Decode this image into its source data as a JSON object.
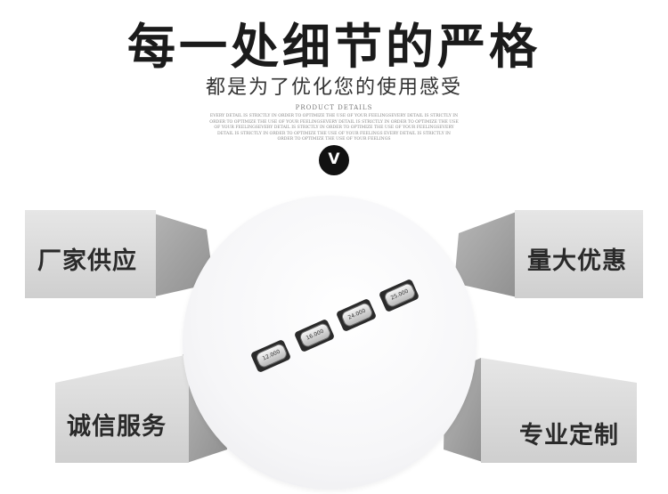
{
  "header": {
    "title": "每一处细节的严格",
    "subtitle": "都是为了优化您的使用感受",
    "details_title": "PRODUCT DETAILS",
    "details_text": "EVERY DETAIL IS STRICTLY IN ORDER TO OPTIMIZE THE USE OF YOUR FEELINGSEVERY DETAIL IS STRICTLY IN ORDER TO OPTIMIZE THE USE OF YOUR FEELINGSEVERY DETAIL IS STRICTLY IN ORDER TO OPTIMIZE THE USE OF YOUR FEELINGSEVERY DETAIL IS STRICTLY IN ORDER TO OPTIMIZE THE USE OF YOUR FEELINGSEVERY DETAIL IS STRICTLY IN ORDER TO OPTIMIZE THE USE OF YOUR FEELINGS EVERY DETAIL IS STRICTLY IN ORDER TO OPTIMIZE THE USE OF YOUR FEELINGS",
    "badge": "V"
  },
  "features": {
    "top_left": "厂家供应",
    "top_right": "量大优惠",
    "bottom_left": "诚信服务",
    "bottom_right": "专业定制"
  },
  "chips": [
    "12.000",
    "16.000",
    "24.000",
    "25.000"
  ],
  "colors": {
    "panel_light": "#dcdcdc",
    "panel_mid": "#bdbdbd",
    "panel_dark": "#9e9e9e",
    "text_dark": "#1b1b1b"
  }
}
